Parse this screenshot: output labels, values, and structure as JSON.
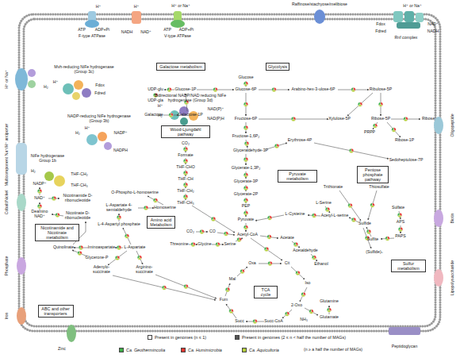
{
  "diagram": {
    "nodes": [
      {
        "text": [
          "Galactose metabolism"
        ]
      },
      {
        "text": [
          "Glycolysis"
        ]
      },
      {
        "text": [
          "Wood-Ljungdahl pathway"
        ]
      },
      {
        "text": [
          "Pentose phosphate pathway"
        ]
      },
      {
        "text": [
          "Pyruvate metabolism"
        ]
      },
      {
        "text": [
          "Amino acid Metabolism"
        ]
      },
      {
        "text": [
          "Nicotinamide and Nicotinate metabolism"
        ]
      },
      {
        "text": [
          "Sulfur metabolism"
        ]
      },
      {
        "text": [
          "TCA cycle"
        ]
      },
      {
        "text": [
          "ABC and other transporters"
        ]
      }
    ],
    "labels": [
      "H⁺",
      "ATP",
      "ADP+Pi",
      "F-type ATPase",
      "H⁺",
      "NADH",
      "NAD⁺",
      "H⁺ or Na⁺",
      "ATP",
      "ADP+Pi",
      "V-type ATPase",
      "Raffinose/stachyose/melibiose",
      "H⁺ or Na⁺",
      "Fdox",
      "Fdred",
      "NAD⁺",
      "NADH",
      "Rnf complex",
      "H⁺ or Na⁺",
      "Multicomponent Na⁺/H⁺ antiporter",
      "Mvh-reducing NiFe hydrogenase (Group 3c)",
      "H₂",
      "H⁺",
      "Fdox",
      "Fdred",
      "NADP-reducing NiFe hydrogenase (Group 3b)",
      "H₂",
      "H⁺",
      "NADP⁺",
      "NADPH",
      "NiFe hydrogenase Group 1b",
      "H₂",
      "THF-CH₂",
      "THF-CH₃",
      "Bidirectional NADP/NAD reducing NiFe hydrogenase (Group 3d)",
      "H⁺",
      "H₂",
      "NAD(P)⁺",
      "NAD(P)H",
      "Glucose-1P",
      "UDP-glu",
      "UDP-gla",
      "Galactose",
      "Galactose-1P",
      "Glucose",
      "Glucose-6P",
      "Arabino-hex-3-ulose-6P",
      "Ribulose-5P",
      "Fructose-6P",
      "Xylulose-5P",
      "Ribose-5P",
      "Ribose",
      "Fructose-1,6P₂",
      "Erythrose-4P",
      "PRPP",
      "Ribose-1P",
      "Glyceraldehyde-3P",
      "Sedoheptulose-7P",
      "CO₂",
      "Formate",
      "THF-CHO",
      "THF-CH",
      "THF-CH₂",
      "THF-CH₃",
      "Glycerate-1,3P₂",
      "Glycerate-3P",
      "Glycerate-2P",
      "PEP",
      "Pyruvate",
      "O-Phospho-L-homoserine",
      "L-Aspartate 4-semialdehyde",
      "Homoserine",
      "L-4-Aspartyl phosphate",
      "CO₂",
      "CO",
      "Acetyl-CoA",
      "Threonine",
      "Glycine",
      "Serine",
      "L-Aspartate",
      "Iminoaspartate",
      "Glycerone-P",
      "Adenylo-succinate",
      "Arginino-succinate",
      "NADP⁺",
      "NAD⁺",
      "Nicotinamide D-ribonucleotide",
      "Deamino NAD⁺",
      "Nicotinate D-ribonucleotide",
      "Quinolinate",
      "Trithionate",
      "Thiosulfate",
      "L-Serine",
      "Sulfate",
      "L-Cysteine",
      "Acetyl-L-serine",
      "Sulfide",
      "APS",
      "Acetate",
      "Sulfite",
      "PAPS",
      "(Sulfide)ₙ",
      "Acetaldehyde",
      "Ethanol",
      "Oxa",
      "Cit",
      "Mal",
      "Iso",
      "Fum",
      "2-Oxo",
      "Glutamine",
      "NH₃",
      "Glutamate",
      "Succ",
      "Succ-CoA",
      "Oligopeptide",
      "Biotin",
      "Lipopolysaccharide",
      "Cobalt/Nickel",
      "Phosphate",
      "Iron",
      "Zinc",
      "Peptidoglycan",
      "(n ≥ a half the number of MAGs)"
    ],
    "legend": [
      {
        "text": "Present in genomes (n ≤ 1)",
        "color": "#ffffff"
      },
      {
        "text": "Present in genomes (2 ≤ n < half the number of MAGs)",
        "color": "#555555"
      },
      {
        "text": "Ca. Geothermincolia",
        "color": "#3fae49"
      },
      {
        "text": "Ca. Humimicrobia",
        "color": "#e2362f"
      },
      {
        "text": "Ca. Aquicultoria",
        "color": "#b5cf3b"
      }
    ]
  }
}
